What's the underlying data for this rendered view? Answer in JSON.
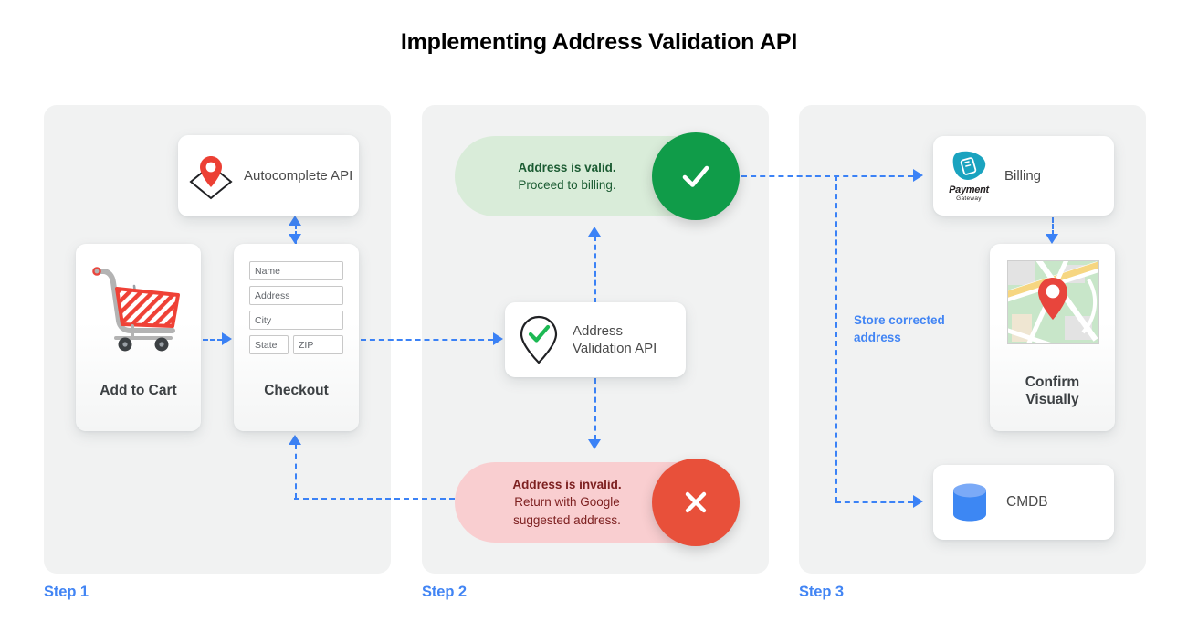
{
  "title": "Implementing Address Validation API",
  "accent": {
    "blue": "#4285f4",
    "arrow_blue": "#3b82f6",
    "green_badge": "#109c49",
    "green_pill": "#d9ecd9",
    "red_badge": "#e8503a",
    "red_pill": "#f9ced0",
    "panel_bg": "#f1f2f2",
    "pin_red": "#e8453c",
    "cmdb_blue": "#4285f4",
    "payment_teal": "#1aa3bf"
  },
  "steps": [
    {
      "label": "Step 1"
    },
    {
      "label": "Step 2"
    },
    {
      "label": "Step 3"
    }
  ],
  "step1": {
    "autocomplete": {
      "label": "Autocomplete API",
      "icon": "map-pin-diamond-icon"
    },
    "cart": {
      "caption": "Add to Cart",
      "icon": "shopping-cart-icon"
    },
    "checkout": {
      "caption": "Checkout",
      "fields": [
        {
          "name": "name",
          "placeholder": "Name"
        },
        {
          "name": "address",
          "placeholder": "Address"
        },
        {
          "name": "city",
          "placeholder": "City"
        },
        {
          "name": "state",
          "placeholder": "State"
        },
        {
          "name": "zip",
          "placeholder": "ZIP"
        }
      ]
    }
  },
  "step2": {
    "valid": {
      "line1": "Address is valid.",
      "line2": "Proceed to billing.",
      "badge": "check-icon"
    },
    "invalid": {
      "line1": "Address is invalid.",
      "line2": "Return with Google",
      "line3": "suggested address.",
      "badge": "close-icon"
    },
    "validation_api": {
      "label": "Address Validation API",
      "icon": "map-pin-check-icon"
    }
  },
  "step3": {
    "billing": {
      "label": "Billing",
      "logo_name": "Payment",
      "logo_sub": "Gateway",
      "icon": "payment-gateway-icon"
    },
    "confirm": {
      "caption": "Confirm Visually",
      "icon": "map-thumbnail-icon"
    },
    "cmdb": {
      "label": "CMDB",
      "icon": "database-icon"
    },
    "store_note": "Store corrected address"
  }
}
